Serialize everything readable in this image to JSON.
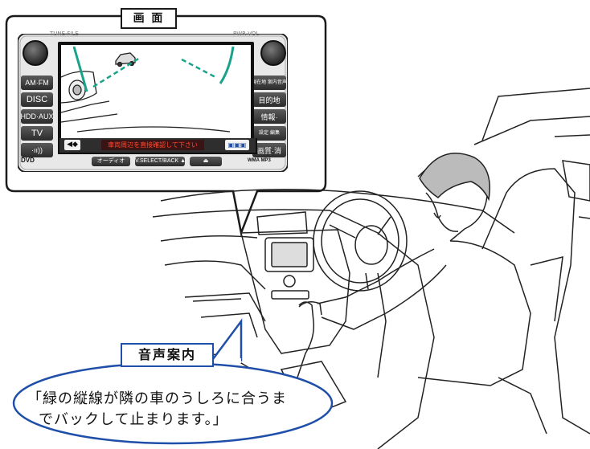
{
  "screen_callout": {
    "title": "画 面"
  },
  "head_unit": {
    "tune_label": "TUNE·FILE",
    "power_label": "PWR·VOL",
    "left_buttons": [
      "AM·FM",
      "DISC",
      "HDD·AUX",
      "TV",
      "·ıı))"
    ],
    "right_buttons": [
      "現在地 案内音声",
      "目的地",
      "情報·",
      "設定·編集",
      "画質·消"
    ],
    "screen_message": "車両周辺を直接確認して下さい",
    "bottom_logo": "DVD",
    "bottom_buttons": [
      "オーディオ",
      "V.SELECT/BACK ▲",
      "⏏"
    ],
    "bottom_badge": "WMA MP3"
  },
  "voice_callout": {
    "title": "音声案内",
    "lines": [
      "「緑の縦線が隣の車のうしろに合うま",
      "でバックして止まります。」"
    ]
  },
  "colors": {
    "guide_line": "#1aa38a",
    "callout_blue": "#1f4fa8",
    "warning_text": "#ff4a2e"
  }
}
